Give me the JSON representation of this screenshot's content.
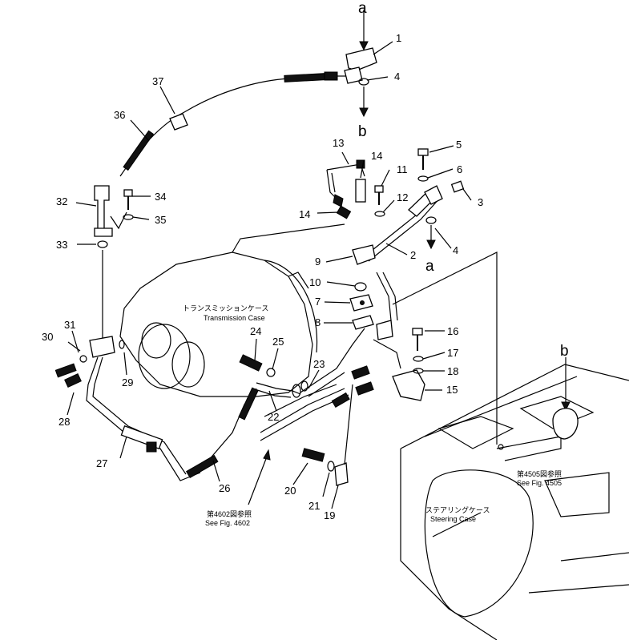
{
  "callouts": [
    "1",
    "2",
    "3",
    "4",
    "5",
    "6",
    "7",
    "8",
    "9",
    "10",
    "11",
    "12",
    "13",
    "14",
    "15",
    "16",
    "17",
    "18",
    "19",
    "20",
    "21",
    "22",
    "23",
    "24",
    "25",
    "26",
    "27",
    "28",
    "29",
    "30",
    "31",
    "32",
    "33",
    "34",
    "35",
    "36",
    "37"
  ],
  "markers": {
    "a": "a",
    "b": "b"
  },
  "labels": {
    "transmission_case_jp": "トランスミッションケース",
    "transmission_case_en": "Transmission Case",
    "steering_case_jp": "ステアリングケース",
    "steering_case_en": "Steering Case",
    "fig4602_jp": "第4602図参照",
    "fig4602_en": "See Fig. 4602",
    "fig4505_jp": "第4505図参照",
    "fig4505_en": "See Fig. 4505"
  }
}
